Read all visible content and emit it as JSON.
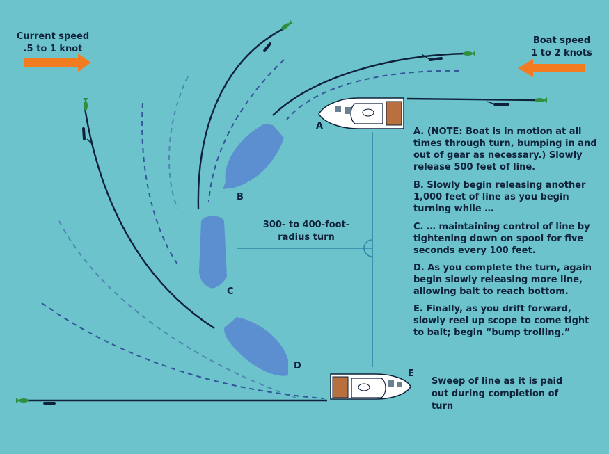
{
  "current": {
    "title": "Current speed",
    "value": ".5 to 1 knot"
  },
  "boat": {
    "title": "Boat speed",
    "value": "1 to 2 knots"
  },
  "radius_label": "300- to 400-foot-radius turn",
  "positions": [
    "A",
    "B",
    "C",
    "D",
    "E"
  ],
  "notes": [
    "A. (NOTE: Boat is in motion at all times through turn, bumping in and out of gear as necessary.) Slowly release 500 feet of line.",
    "B. Slowly begin releasing another 1,000 feet of line as you begin turning while …",
    "C. … maintaining control of line by tightening down on spool for five seconds every 100 feet.",
    "D. As you complete the turn, again begin slowly releasing more line, allowing bait to reach bottom.",
    "E. Finally, as you drift forward, slowly reel up scope to come tight to bait; begin “bump trolling.”"
  ],
  "sweep_label": "Sweep of line as it is paid out during completion of turn",
  "colors": {
    "water": "#6cc3cc",
    "arrow": "#f47c20",
    "boat_silhouette": "#5b8fd0",
    "line": "#10213a",
    "dashed_dark": "#34559a",
    "dashed_light": "#4f87b2",
    "guide": "#2f86a8",
    "fish": "#2f8f3f"
  },
  "icons": [
    "fish-icon",
    "boat-icon"
  ]
}
